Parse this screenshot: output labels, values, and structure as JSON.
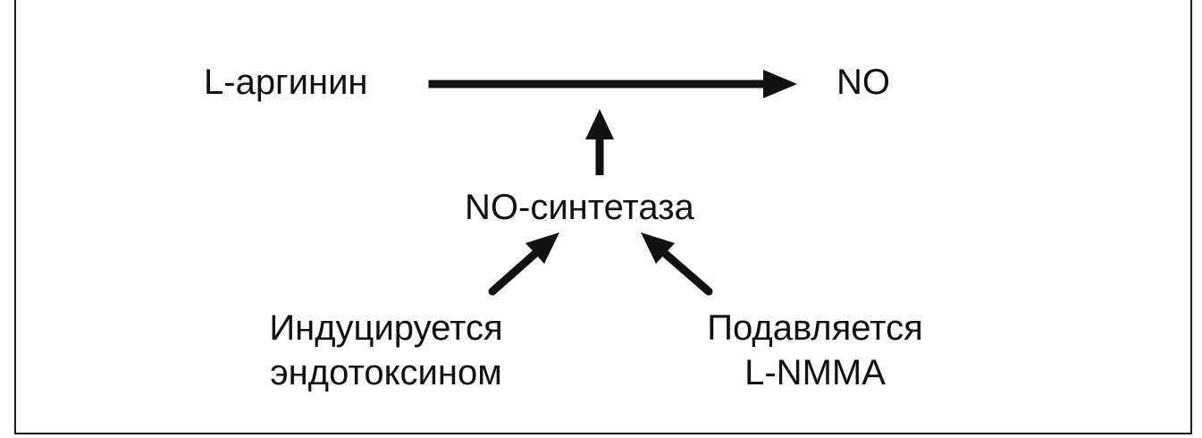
{
  "diagram": {
    "substrate": "L-аргинин",
    "product": "NO",
    "enzyme": "NO-синтетаза",
    "inducer": {
      "line1": "Индуцируется",
      "line2": "эндотоксином"
    },
    "inhibitor": {
      "line1": "Подавляется",
      "line2": "L-NMMA"
    }
  },
  "colors": {
    "ink": "#111111"
  }
}
